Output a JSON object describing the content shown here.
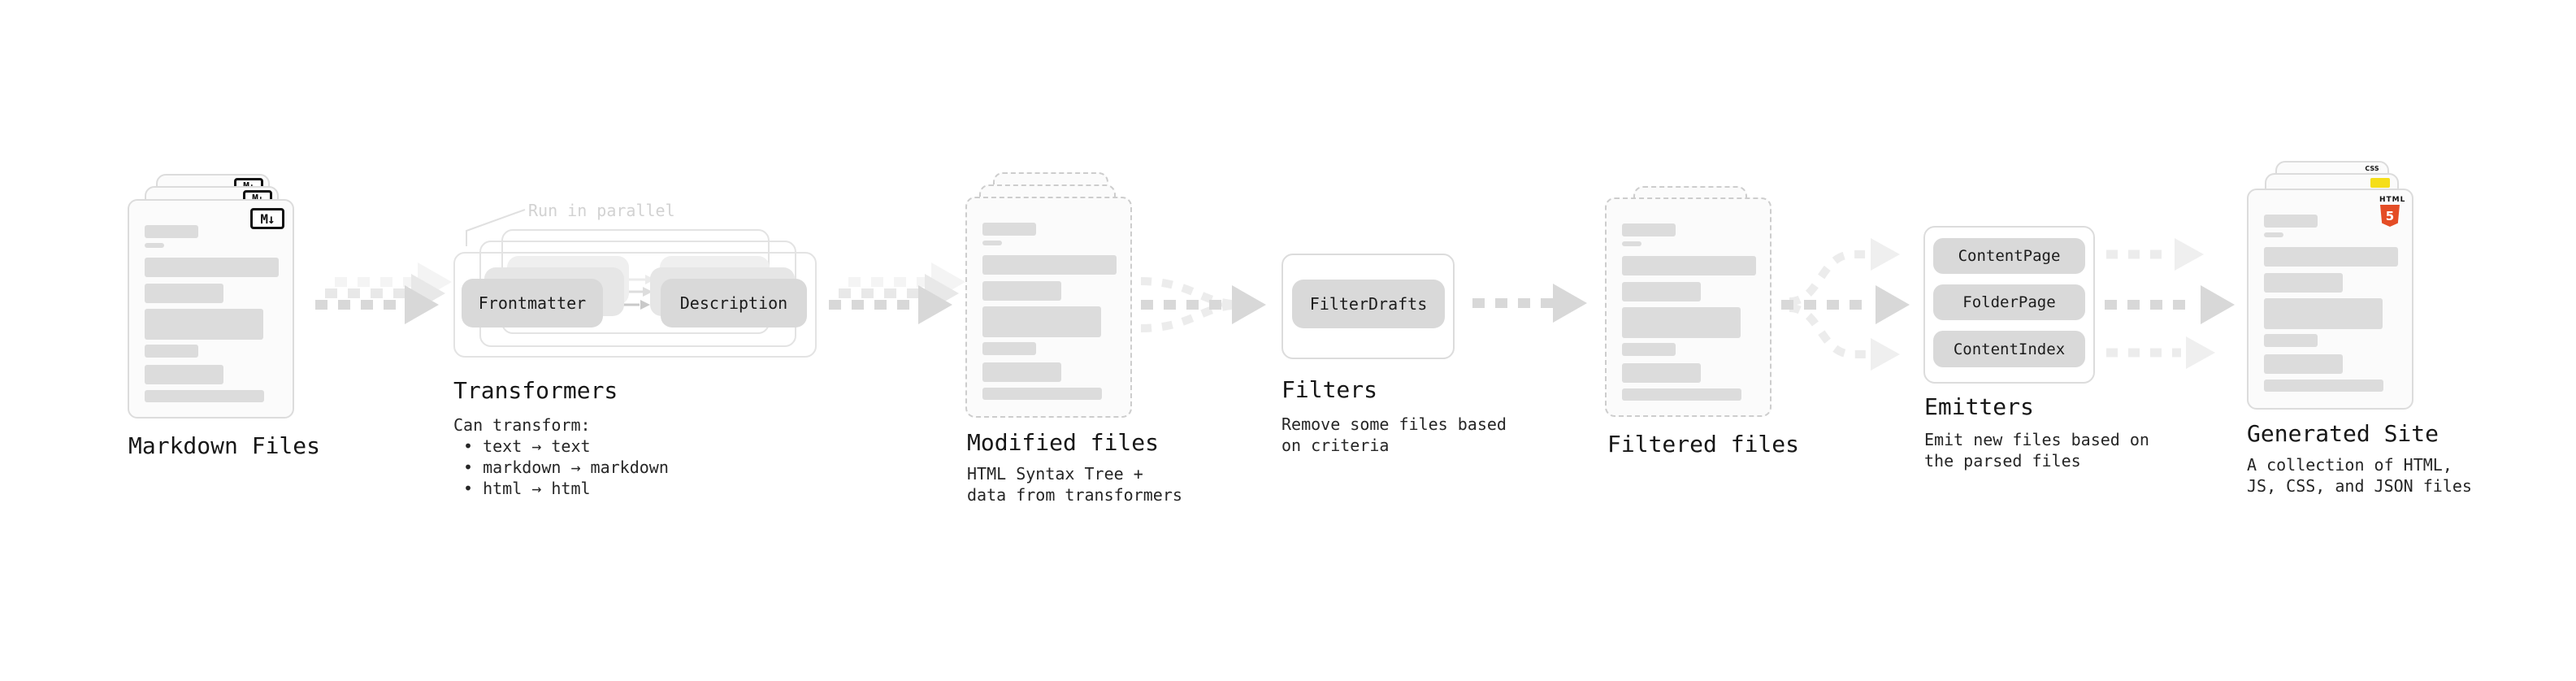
{
  "pipeline": {
    "markdown": {
      "label": "Markdown Files",
      "badge": "M↓"
    },
    "transformers": {
      "label": "Transformers",
      "note": "Run in parallel",
      "buttons": [
        "Frontmatter",
        "Description"
      ],
      "desc_title": "Can transform:",
      "bullets": [
        "text → text",
        "markdown → markdown",
        "html → html"
      ]
    },
    "modified": {
      "label": "Modified files",
      "desc": "HTML Syntax Tree +\ndata from transformers"
    },
    "filters": {
      "label": "Filters",
      "buttons": [
        "FilterDrafts"
      ],
      "desc": "Remove some files based\non criteria"
    },
    "filtered": {
      "label": "Filtered files"
    },
    "emitters": {
      "label": "Emitters",
      "buttons": [
        "ContentPage",
        "FolderPage",
        "ContentIndex"
      ],
      "desc": "Emit new files based on\nthe parsed files"
    },
    "generated": {
      "label": "Generated Site",
      "desc": "A collection of HTML,\nJS, CSS, and JSON files",
      "css_badge": "CSS",
      "html_badge": "HTML",
      "html5_number": "5"
    }
  },
  "colors": {
    "arrow": "#d8d8d8",
    "arrow_ghost": "#e8e8e8",
    "arrow_ghost2": "#f4f4f4",
    "node_fill": "#d9d9d9",
    "card_border": "#dcdcdc",
    "css_blue": "#2962ff",
    "js_yellow": "#f5de19",
    "html5_orange": "#e44d26"
  }
}
